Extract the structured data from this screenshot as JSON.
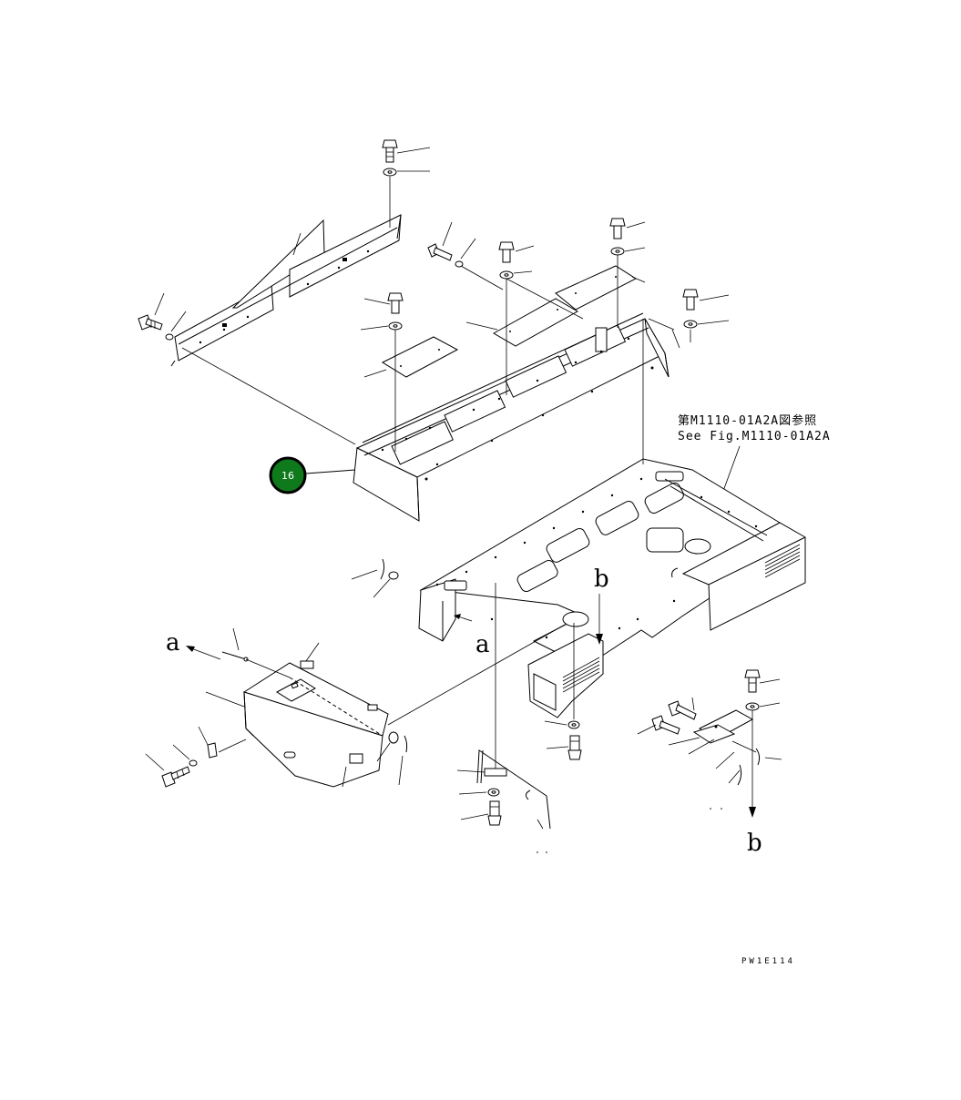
{
  "reference_note": {
    "line1": "第M1110-01A2A図参照",
    "line2": "See Fig.M1110-01A2A"
  },
  "callout": {
    "number": "16",
    "color": "#0f7a1b"
  },
  "view_markers": {
    "a_left": "a",
    "a_center": "a",
    "b_upper": "b",
    "b_lower": "b"
  },
  "drawing_code": "PW1E114"
}
